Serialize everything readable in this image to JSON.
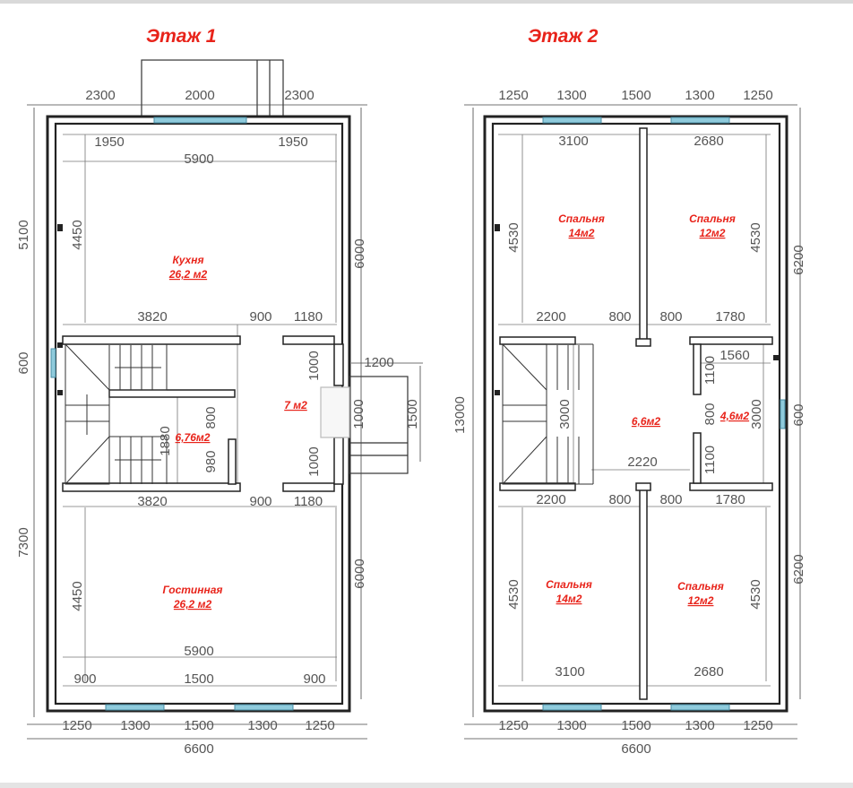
{
  "floor1": {
    "title": "Этаж 1",
    "rooms": {
      "kitchen": {
        "name": "Кухня",
        "area": "26,2 м2"
      },
      "hall": {
        "area": "7 м2"
      },
      "stairs": {
        "area": "6,76м2"
      },
      "living": {
        "name": "Гостинная",
        "area": "26,2 м2"
      }
    },
    "dims": {
      "top_left": "2300",
      "top_mid": "2000",
      "top_right": "2300",
      "in_top_left": "1950",
      "in_top_right": "1950",
      "in_top_width": "5900",
      "left_upper": "5100",
      "left_win": "600",
      "left_lower": "7300",
      "in_left_upper": "4450",
      "in_left_lower": "4450",
      "right_upper": "6000",
      "right_lower": "6000",
      "porch_w": "1200",
      "porch_d": "1500",
      "door": "1000",
      "mid_top_a": "3820",
      "mid_top_b": "900",
      "mid_top_c": "1180",
      "mid_bot_a": "3820",
      "mid_bot_b": "900",
      "mid_bot_c": "1180",
      "hall_a": "1000",
      "hall_b": "1000",
      "stairs_a": "800",
      "stairs_b": "1880",
      "stairs_c": "980",
      "in_bot_width": "5900",
      "in_bot_a": "900",
      "in_bot_b": "1500",
      "in_bot_c": "900",
      "bot_a": "1250",
      "bot_b": "1300",
      "bot_c": "1500",
      "bot_d": "1300",
      "bot_e": "1250",
      "total": "6600"
    }
  },
  "floor2": {
    "title": "Этаж 2",
    "rooms": {
      "bed1": {
        "name": "Спальня",
        "area": "14м2"
      },
      "bed2": {
        "name": "Спальня",
        "area": "12м2"
      },
      "hall": {
        "area": "6,6м2"
      },
      "bath": {
        "area": "4,6м2"
      },
      "bed3": {
        "name": "Спальня",
        "area": "14м2"
      },
      "bed4": {
        "name": "Спальня",
        "area": "12м2"
      }
    },
    "dims": {
      "top_a": "1250",
      "top_b": "1300",
      "top_c": "1500",
      "top_d": "1300",
      "top_e": "1250",
      "in_top_a": "3100",
      "in_top_b": "2680",
      "left_total": "13000",
      "in_left_upper": "4530",
      "in_left_lower": "4530",
      "in_right_upper": "4530",
      "in_right_lower": "4530",
      "right_upper": "6200",
      "right_win": "600",
      "right_lower": "6200",
      "mid_top_a": "2200",
      "mid_top_b": "800",
      "mid_top_c": "800",
      "mid_top_d": "1780",
      "bath_w": "1560",
      "bath_a": "1100",
      "bath_b": "800",
      "bath_c": "1100",
      "bath_d": "3000",
      "stairs_h": "3000",
      "hall_w": "2220",
      "mid_bot_a": "2200",
      "mid_bot_b": "800",
      "mid_bot_c": "800",
      "mid_bot_d": "1780",
      "in_bot_a": "3100",
      "in_bot_b": "2680",
      "bot_a": "1250",
      "bot_b": "1300",
      "bot_c": "1500",
      "bot_d": "1300",
      "bot_e": "1250",
      "total": "6600"
    }
  }
}
